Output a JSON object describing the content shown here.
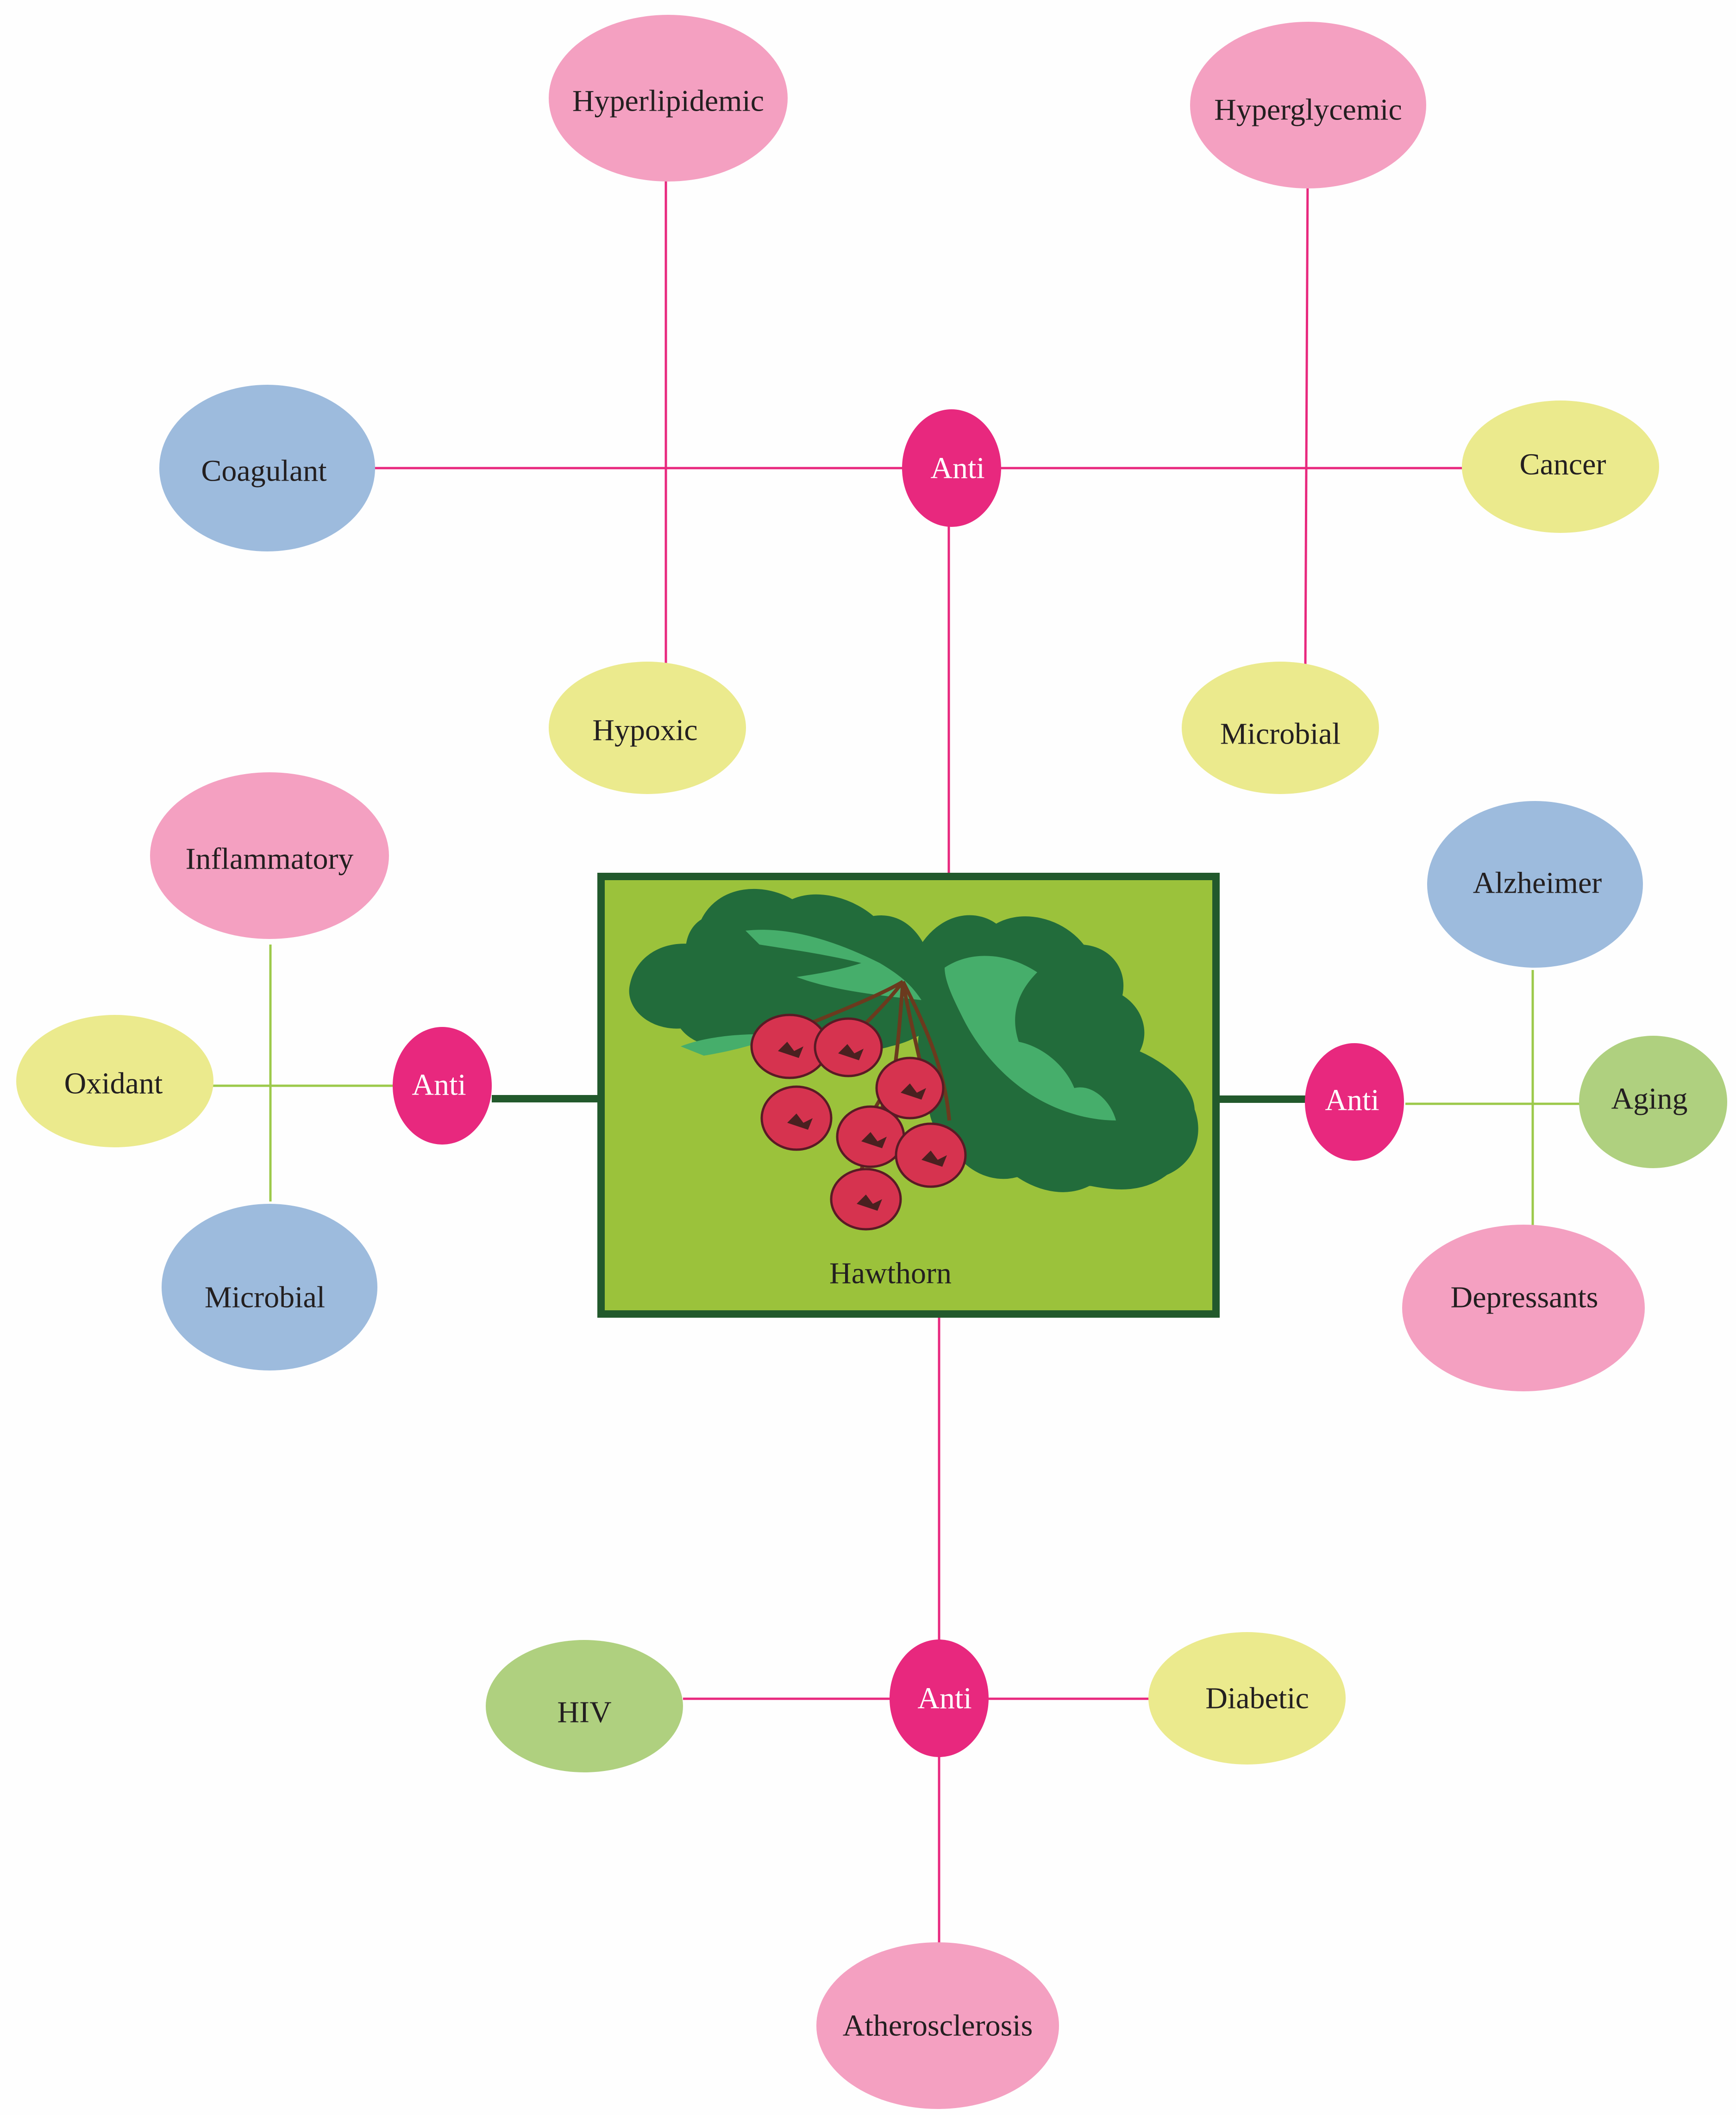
{
  "colors": {
    "pink": "#f4a0c1",
    "yellow": "#ebea8d",
    "blue": "#9dbbdd",
    "green": "#afd07f",
    "anti": "#e8287e",
    "pink_line": "#e8287e",
    "green_line": "#9cc94a",
    "frame": "#22592c",
    "box_fill": "#9bc23b",
    "leaf_dark": "#226c3b",
    "leaf_light": "#46ae6b",
    "berry": "#d6334f",
    "stem": "#6b3a1e"
  },
  "center": {
    "label": "Hawthorn"
  },
  "anti_label": "Anti",
  "top_cluster": {
    "hyperlipidemic": "Hyperlipidemic",
    "hyperglycemic": "Hyperglycemic",
    "coagulant": "Coagulant",
    "cancer": "Cancer",
    "hypoxic": "Hypoxic",
    "microbial": "Microbial"
  },
  "left_cluster": {
    "inflammatory": "Inflammatory",
    "oxidant": "Oxidant",
    "microbial": "Microbial"
  },
  "right_cluster": {
    "alzheimer": "Alzheimer",
    "aging": "Aging",
    "depressants": "Depressants"
  },
  "bottom_cluster": {
    "hiv": "HIV",
    "diabetic": "Diabetic",
    "atherosclerosis": "Atherosclerosis"
  }
}
